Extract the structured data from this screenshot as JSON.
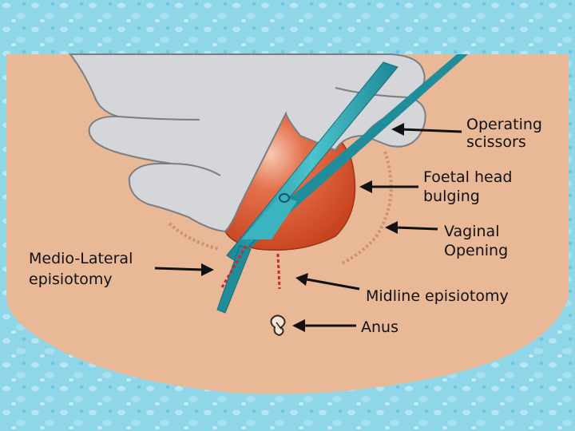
{
  "diagram": {
    "labels": {
      "operating_scissors_line1": "Operating",
      "operating_scissors_line2": "scissors",
      "foetal_head_line1": "Foetal head",
      "foetal_head_line2": "bulging",
      "vaginal_opening_line1": "Vaginal",
      "vaginal_opening_line2": "Opening",
      "medio_lateral_line1": "Medio-Lateral",
      "medio_lateral_line2": "episiotomy",
      "midline_episiotomy": "Midline episiotomy",
      "anus": "Anus"
    },
    "colors": {
      "background_water": "#8fd6e8",
      "skin": "#e9b897",
      "glove": "#d5d6d9",
      "foetal_head": "#d9552e",
      "scissors": "#2aa0ad",
      "incision": "#d4232a",
      "opening_dots": "#c9946e"
    }
  }
}
